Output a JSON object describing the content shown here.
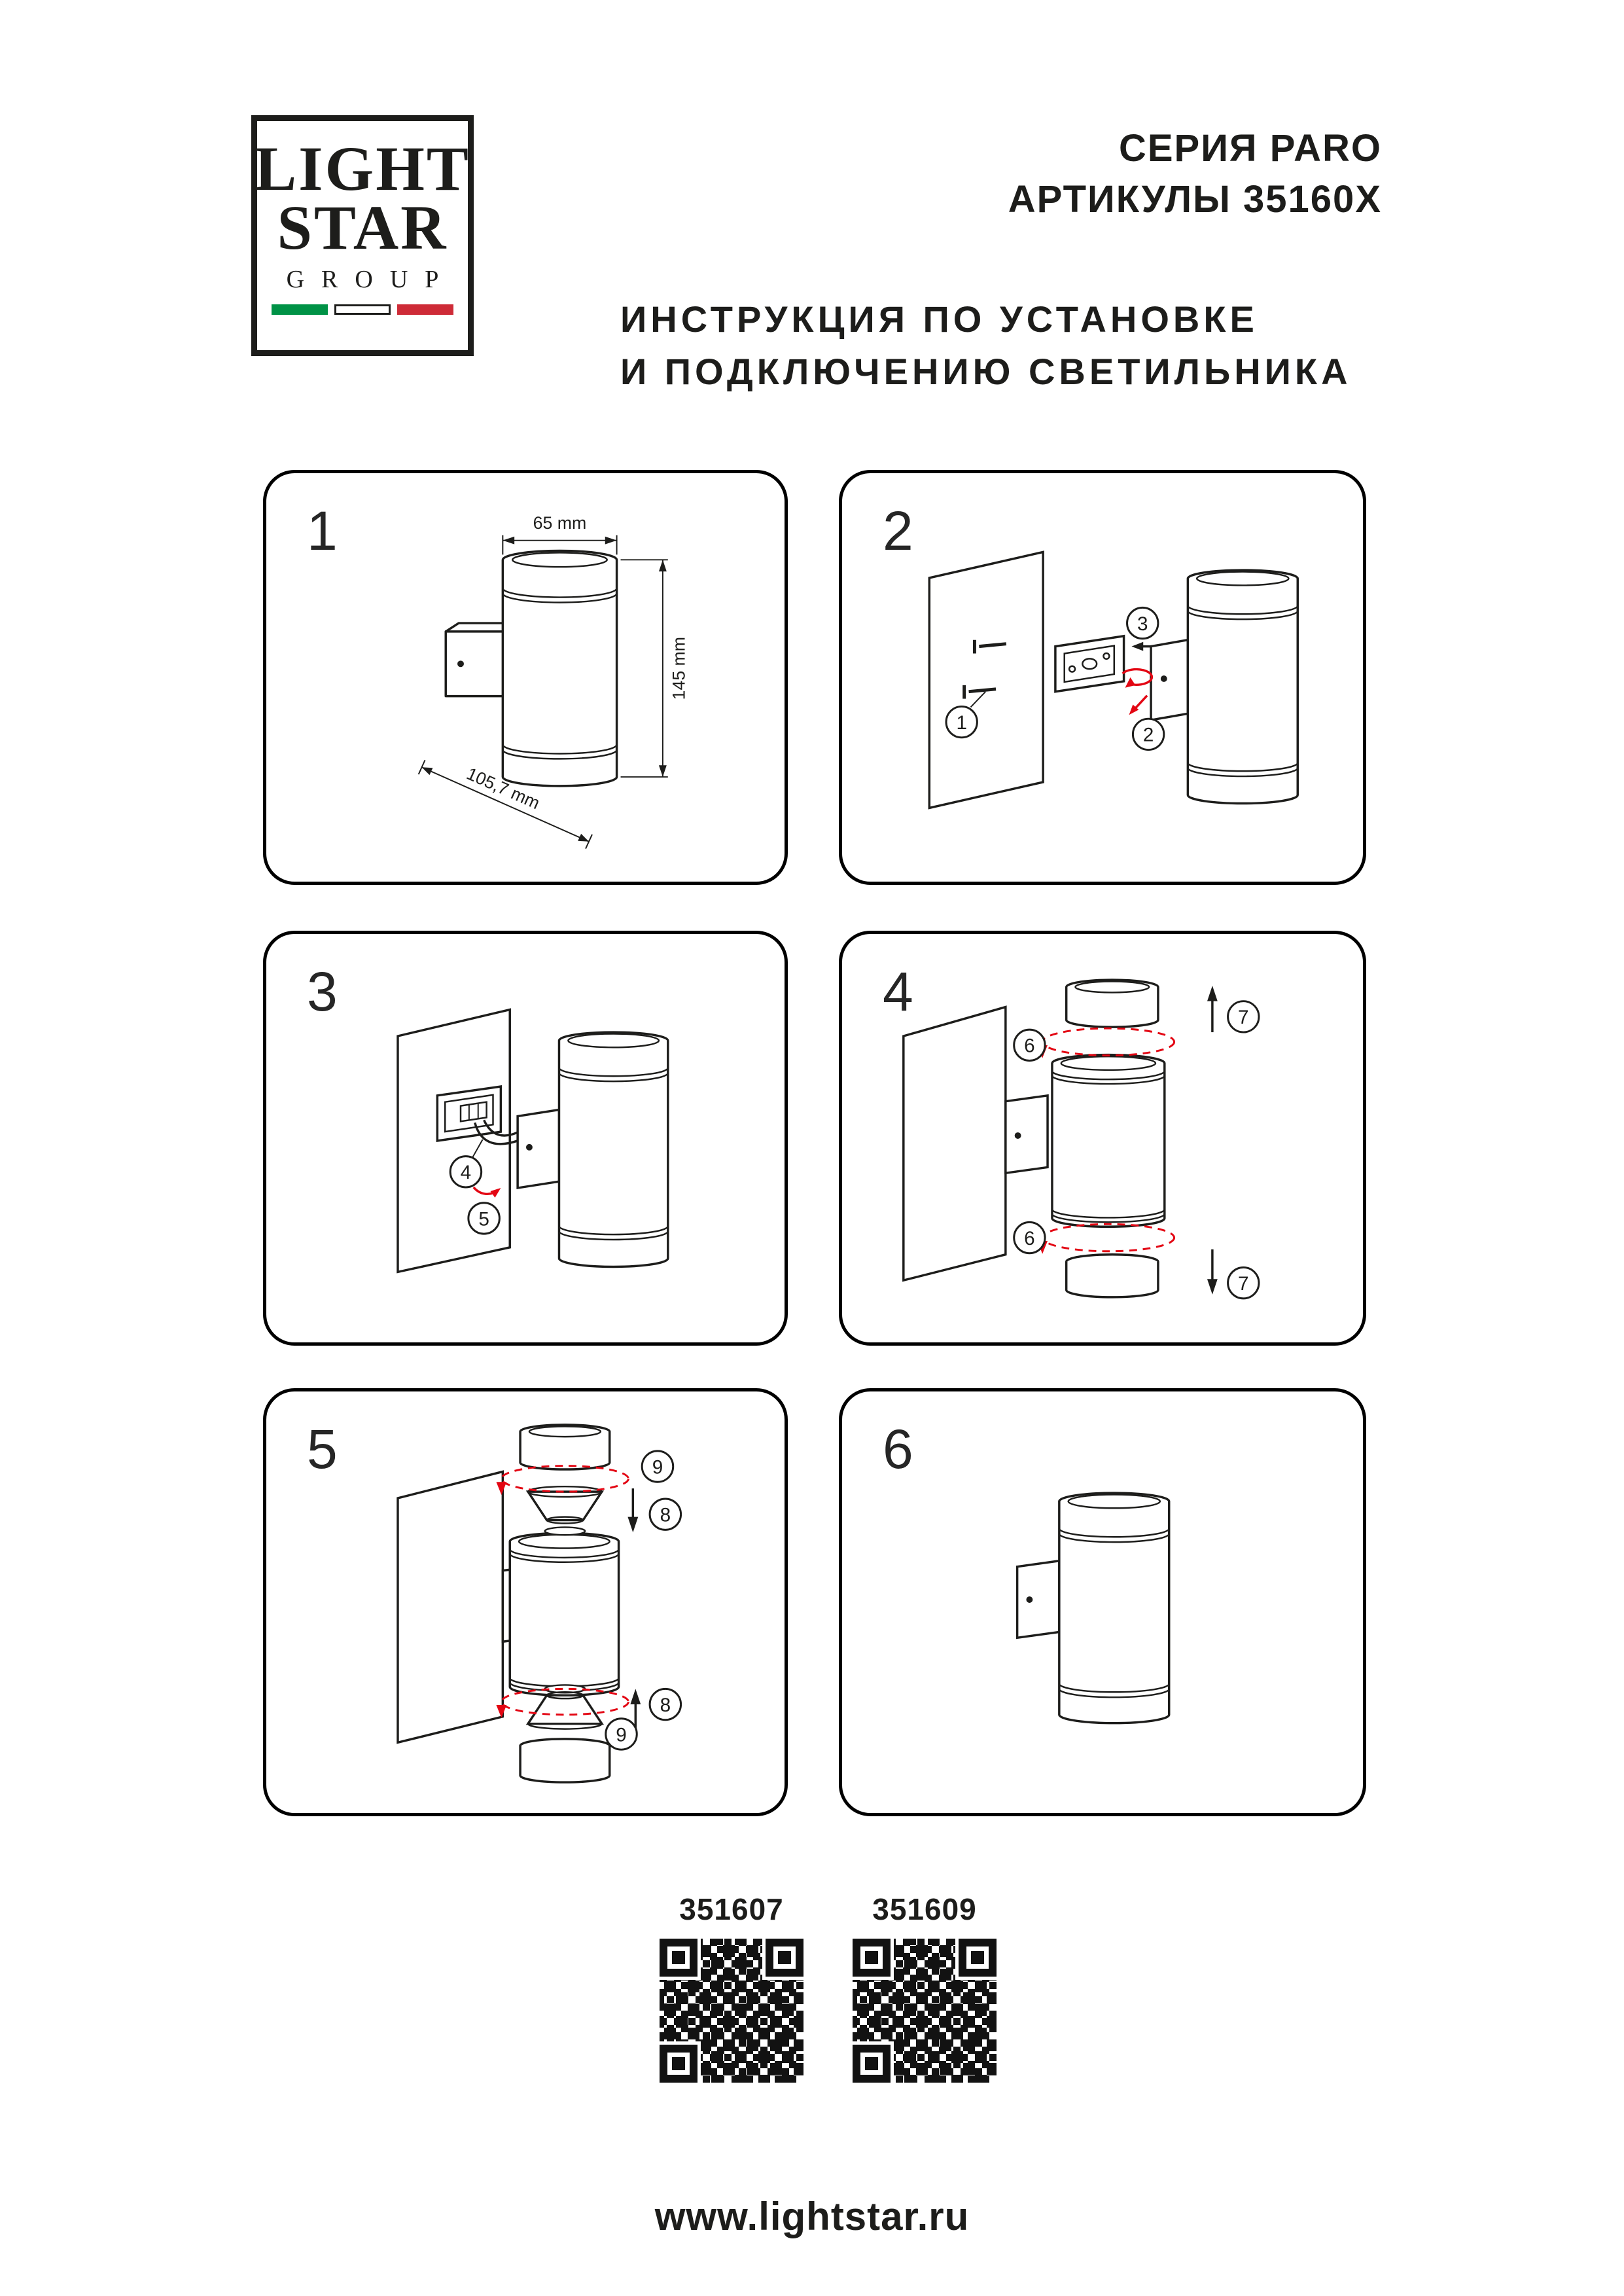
{
  "header": {
    "series": "СЕРИЯ PARO",
    "articles": "АРТИКУЛЫ 35160X",
    "title_line1": "ИНСТРУКЦИЯ ПО УСТАНОВКЕ",
    "title_line2": "И ПОДКЛЮЧЕНИЮ СВЕТИЛЬНИКА"
  },
  "logo": {
    "word1": "LIGHT",
    "word2": "STAR",
    "word3": "GROUP"
  },
  "steps": [
    {
      "number": "1",
      "dimensions": {
        "width": "65 mm",
        "height": "145 mm",
        "depth": "105,7 mm"
      }
    },
    {
      "number": "2",
      "callouts": [
        "1",
        "2",
        "3"
      ]
    },
    {
      "number": "3",
      "callouts": [
        "4",
        "5"
      ]
    },
    {
      "number": "4",
      "callouts": [
        "6",
        "7"
      ]
    },
    {
      "number": "5",
      "callouts": [
        "8",
        "9"
      ]
    },
    {
      "number": "6",
      "callouts": []
    }
  ],
  "footer": {
    "articles": [
      "351607",
      "351609"
    ],
    "website": "www.lightstar.ru"
  },
  "colors": {
    "ink": "#1d1d1b",
    "accent_red": "#e30613",
    "flag_green": "#009246",
    "flag_red": "#ce2b37"
  }
}
